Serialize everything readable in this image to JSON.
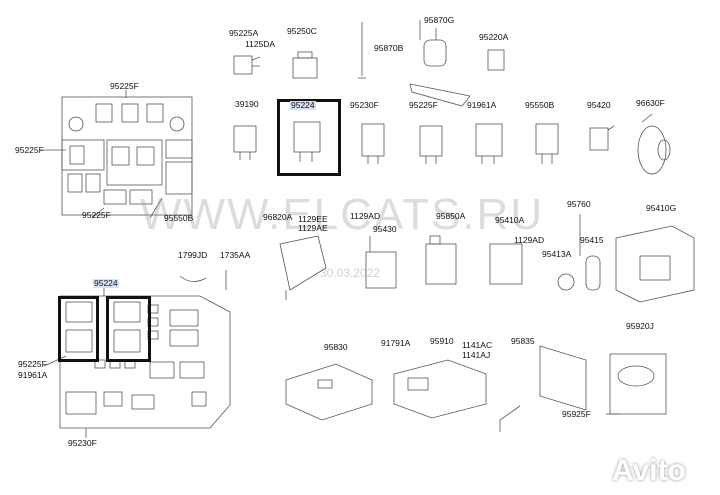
{
  "watermark": {
    "text": "WWW.ELCATS.RU",
    "date": "30.03.2022"
  },
  "logo": {
    "text": "Avito"
  },
  "labels": {
    "l95225A": "95225A",
    "l1125DA": "1125DA",
    "l95250C": "95250C",
    "l95870G": "95870G",
    "l95870B": "95870B",
    "l95220A": "95220A",
    "l95225F_top": "95225F",
    "l95225F_left": "95225F",
    "l95225F_bottom": "95225F",
    "l39190": "39190",
    "l95224_top": "95224",
    "l95230F": "95230F",
    "l95225F_relay": "95225F",
    "l91961A_relay": "91961A",
    "l95550B_relay": "95550B",
    "l95420": "95420",
    "l96630F": "96630F",
    "l95550B_box": "95550B",
    "l96820A": "96820A",
    "l1129EE": "1129EE",
    "l1129AE": "1129AE",
    "l1129AD_a": "1129AD",
    "l95430": "95430",
    "l95850A": "95850A",
    "l95410A": "95410A",
    "l95760": "95760",
    "l95410G": "95410G",
    "l1129AD_b": "1129AD",
    "l95415": "95415",
    "l95413A": "95413A",
    "l1799JD": "1799JD",
    "l1735AA": "1735AA",
    "l95224_bottom": "95224",
    "l95225F_lower": "95225F",
    "l91961A_lower": "91961A",
    "l95230F_lower": "95230F",
    "l95830": "95830",
    "l91791A": "91791A",
    "l95910": "95910",
    "l1141AC": "1141AC",
    "l1141AJ": "1141AJ",
    "l95835": "95835",
    "l95920J": "95920J",
    "l95925F": "95925F"
  }
}
